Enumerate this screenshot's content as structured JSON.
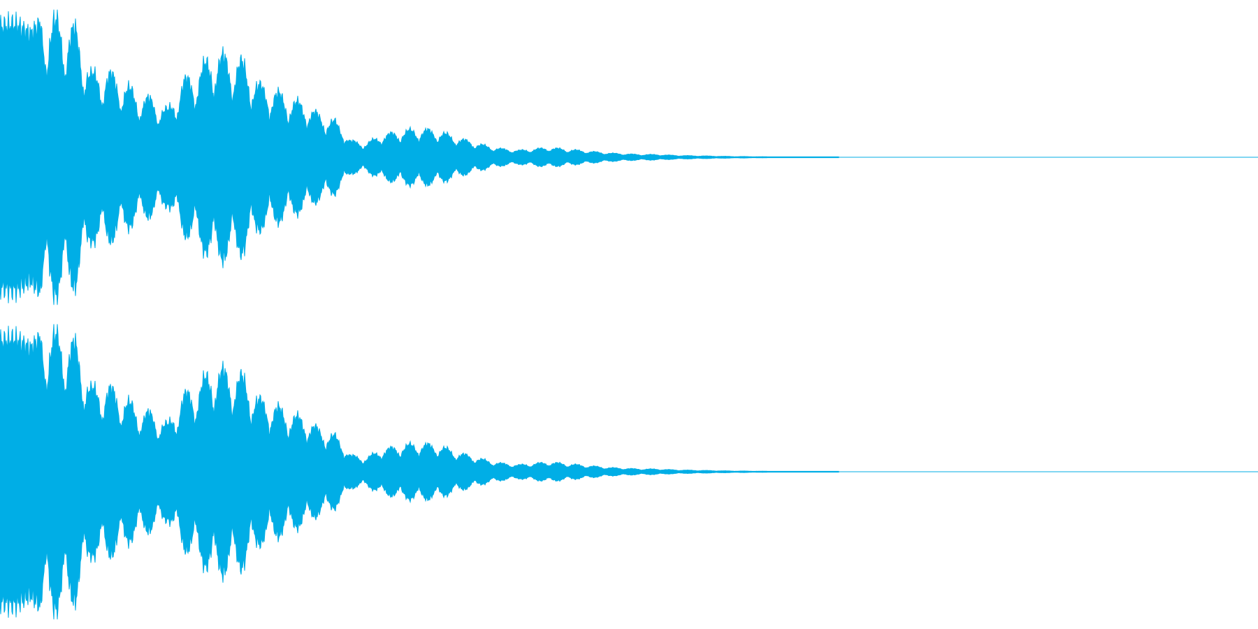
{
  "waveform": {
    "color": "#00aee6",
    "background": "#ffffff",
    "channels": [
      {
        "name": "left",
        "envelope": [
          0.93,
          0.95,
          0.88,
          1.0,
          0.98,
          0.92,
          0.6,
          0.62,
          0.55,
          0.45,
          0.42,
          0.34,
          0.55,
          0.62,
          0.75,
          0.72,
          0.68,
          0.52,
          0.48,
          0.42,
          0.38,
          0.3,
          0.26,
          0.12,
          0.1,
          0.16,
          0.18,
          0.2,
          0.2,
          0.18,
          0.14,
          0.11,
          0.08,
          0.06,
          0.05,
          0.06,
          0.07,
          0.06,
          0.05,
          0.04,
          0.03,
          0.025,
          0.02,
          0.02,
          0.015,
          0.012,
          0.01,
          0.008,
          0.006,
          0.005,
          0.004,
          0.003,
          0.002,
          0.0015,
          0.001,
          0.0008
        ]
      },
      {
        "name": "right",
        "envelope": [
          0.93,
          0.95,
          0.88,
          1.0,
          0.98,
          0.92,
          0.6,
          0.62,
          0.55,
          0.45,
          0.42,
          0.34,
          0.55,
          0.62,
          0.75,
          0.72,
          0.68,
          0.52,
          0.48,
          0.42,
          0.38,
          0.3,
          0.26,
          0.12,
          0.1,
          0.16,
          0.18,
          0.2,
          0.2,
          0.18,
          0.14,
          0.11,
          0.08,
          0.06,
          0.05,
          0.06,
          0.07,
          0.06,
          0.05,
          0.04,
          0.03,
          0.025,
          0.02,
          0.02,
          0.015,
          0.012,
          0.01,
          0.008,
          0.006,
          0.005,
          0.004,
          0.003,
          0.002,
          0.0015,
          0.001,
          0.0008
        ]
      }
    ]
  }
}
